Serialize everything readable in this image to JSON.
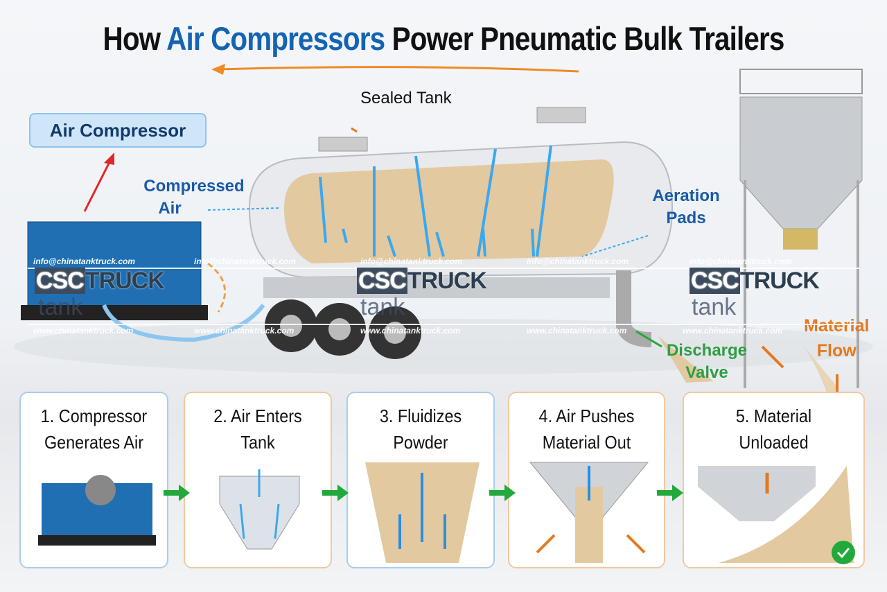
{
  "title": {
    "prefix": "How",
    "highlight": "Air Compressors",
    "suffix": "Power Pneumatic Bulk Trailers"
  },
  "labels": {
    "air_compressor": "Air Compressor",
    "sealed_tank": "Sealed Tank",
    "compressed_air": [
      "Compressed",
      "Air"
    ],
    "aeration_pads": [
      "Aeration",
      "Pads"
    ],
    "discharge_valve": [
      "Discharge",
      "Valve"
    ],
    "material_flow": [
      "Material",
      "Flow"
    ]
  },
  "watermark": {
    "email": "info@chinatanktruck.com",
    "website": "www.chinatanktruck.com",
    "logo_a": "CSC",
    "logo_b": "TRUCK",
    "logo_sub": "tank"
  },
  "steps": [
    {
      "title": [
        "1. Compressor",
        "Generates Air"
      ]
    },
    {
      "title": [
        "2. Air Enters",
        "Tank"
      ]
    },
    {
      "title": [
        "3. Fluidizes",
        "Powder"
      ]
    },
    {
      "title": [
        "4. Air Pushes",
        "Material Out"
      ]
    },
    {
      "title": [
        "5. Material",
        "Unloaded"
      ]
    }
  ],
  "colors": {
    "accent_blue": "#1464b4",
    "orange": "#e5781e",
    "green": "#22a93b",
    "card_orange": "#f0c9a0",
    "card_blue": "#a9cdeb"
  }
}
